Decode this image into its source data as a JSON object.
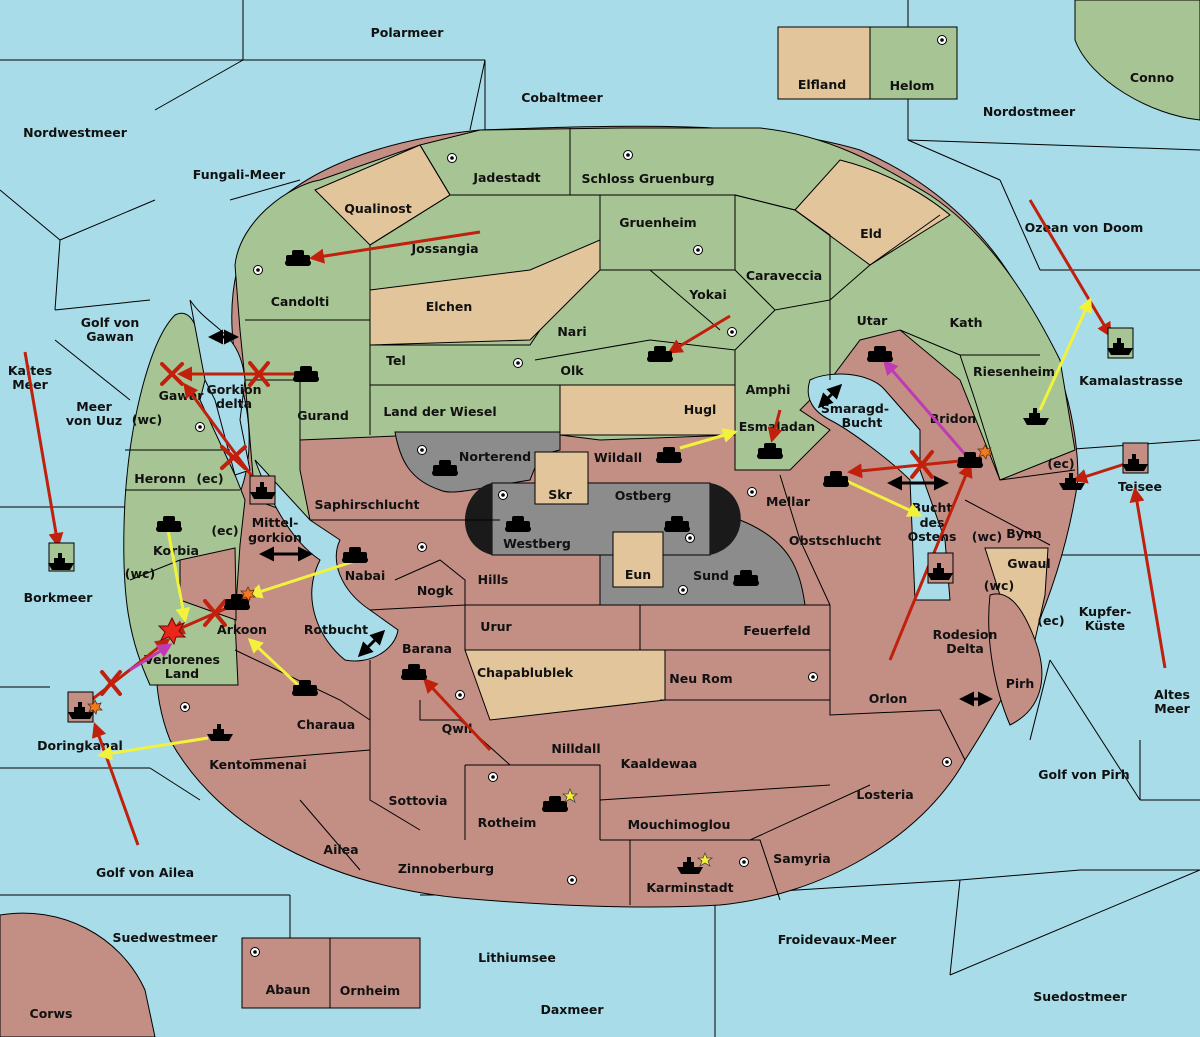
{
  "map": {
    "sea_labels": {
      "polarmeer": "Polarmeer",
      "cobaltmeer": "Cobaltmeer",
      "nordwestmeer": "Nordwestmeer",
      "nordostmeer": "Nordostmeer",
      "fungali": "Fungali-Meer",
      "golf_gawan": [
        "Golf von",
        "Gawan"
      ],
      "kaltes_meer": [
        "Kaltes",
        "Meer"
      ],
      "meer_uuz": [
        "Meer",
        "von Uuz"
      ],
      "borkmeer": "Borkmeer",
      "doringkanal": "Doringkanal",
      "golf_ailea": "Golf von Ailea",
      "suedwestmeer": "Suedwestmeer",
      "corws": "Corws",
      "lithiumsee": "Lithiumsee",
      "daxmeer": "Daxmeer",
      "froidevaux": "Froidevaux-Meer",
      "suedostmeer": "Suedostmeer",
      "golf_pirh": "Golf von Pirh",
      "altes_meer": [
        "Altes",
        "Meer"
      ],
      "kupfer_kueste": [
        "Kupfer-",
        "Küste"
      ],
      "kamalastrasse": "Kamalastrasse",
      "ozean_doom": "Ozean von Doom",
      "conno": "Conno",
      "rotbucht": "Rotbucht",
      "mittel_gorkion": [
        "Mittel-",
        "gorkion"
      ],
      "gorkion_delta": [
        "Gorkion",
        "delta"
      ],
      "smaragd_bucht": [
        "Smaragd-",
        "Bucht"
      ],
      "bucht_ostens": [
        "Bucht",
        "des",
        "Ostens"
      ],
      "rodesion_delta": [
        "Rodesion",
        "Delta"
      ]
    },
    "territory_labels": {
      "elfland": "Elfland",
      "helom": "Helom",
      "jadestadt": "Jadestadt",
      "schloss": "Schloss Gruenburg",
      "qualinost": "Qualinost",
      "jossangia": "Jossangia",
      "gruenheim": "Gruenheim",
      "eld": "Eld",
      "candolti": "Candolti",
      "elchen": "Elchen",
      "caraveccia": "Caraveccia",
      "yokai": "Yokai",
      "nari": "Nari",
      "utar": "Utar",
      "kath": "Kath",
      "tel": "Tel",
      "olk": "Olk",
      "riesenheim": "Riesenheim",
      "gawar": "Gawar",
      "gurand": "Gurand",
      "land_wiesel": "Land der Wiesel",
      "hugl": "Hugl",
      "amphi": "Amphi",
      "bridon": "Bridon",
      "esmaladan": "Esmaladan",
      "norterend": "Norterend",
      "wildall": "Wildall",
      "heronn": "Heronn",
      "skr": "Skr",
      "ostberg": "Ostberg",
      "mellar": "Mellar",
      "teisee": "Teisee",
      "saphirschlucht": "Saphirschlucht",
      "westberg": "Westberg",
      "bynn": "Bynn",
      "korbia": "Korbia",
      "obstschlucht": "Obstschlucht",
      "nabai": "Nabai",
      "hills": "Hills",
      "eun": "Eun",
      "sund": "Sund",
      "gwaul": "Gwaul",
      "nogk": "Nogk",
      "arkoon": "Arkoon",
      "urur": "Urur",
      "feuerfeld": "Feuerfeld",
      "verlorenes": [
        "Verlorenes",
        "Land"
      ],
      "barana": "Barana",
      "chapablublek": "Chapablublek",
      "neu_rom": "Neu Rom",
      "pirh": "Pirh",
      "orlon": "Orlon",
      "charaua": "Charaua",
      "qwil": "Qwil",
      "nilldall": "Nilldall",
      "kaaldewaa": "Kaaldewaa",
      "kentommenai": "Kentommenai",
      "losteria": "Losteria",
      "sottovia": "Sottovia",
      "rotheim": "Rotheim",
      "mouchimoglou": "Mouchimoglou",
      "ailea": "Ailea",
      "samyria": "Samyria",
      "zinnoberburg": "Zinnoberburg",
      "karminstadt": "Karminstadt",
      "abaun": "Abaun",
      "ornheim": "Ornheim"
    },
    "coast_tags": {
      "wc": "(wc)",
      "ec": "(ec)"
    },
    "colors": {
      "sea": "#a8dce8",
      "green_power": "#a7c594",
      "red_power": "#c38f85",
      "neutral": "#e2c59b",
      "impassable": "#8c8c8c",
      "attack_arrow": "#c0200c",
      "support_arrow": "#f2f23c",
      "convoy_arrow": "#c03ab6"
    },
    "icons": [
      "tank-icon",
      "ship-icon",
      "supply-center-icon",
      "build-star-icon",
      "dislodged-burst-icon",
      "failed-order-x-icon",
      "adjacency-arrow-icon"
    ]
  }
}
